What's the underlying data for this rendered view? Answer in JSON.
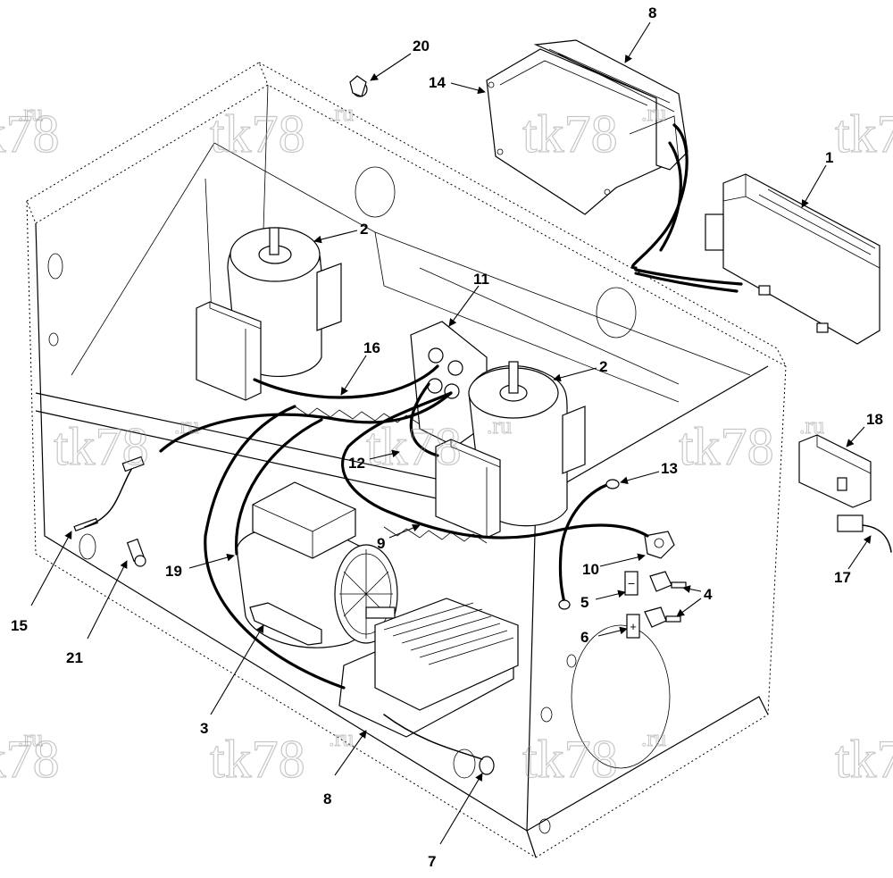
{
  "watermark": {
    "main": "tk78",
    "suffix": ".ru"
  },
  "callouts": [
    {
      "id": "c-20a",
      "label": "20"
    },
    {
      "id": "c-8a",
      "label": "8"
    },
    {
      "id": "c-14",
      "label": "14"
    },
    {
      "id": "c-1",
      "label": "1"
    },
    {
      "id": "c-2a",
      "label": "2"
    },
    {
      "id": "c-11",
      "label": "11"
    },
    {
      "id": "c-16",
      "label": "16"
    },
    {
      "id": "c-2b",
      "label": "2"
    },
    {
      "id": "c-18",
      "label": "18"
    },
    {
      "id": "c-12",
      "label": "12"
    },
    {
      "id": "c-13",
      "label": "13"
    },
    {
      "id": "c-9",
      "label": "9"
    },
    {
      "id": "c-19",
      "label": "19"
    },
    {
      "id": "c-10",
      "label": "10"
    },
    {
      "id": "c-17",
      "label": "17"
    },
    {
      "id": "c-5",
      "label": "5"
    },
    {
      "id": "c-4",
      "label": "4"
    },
    {
      "id": "c-15",
      "label": "15"
    },
    {
      "id": "c-6",
      "label": "6"
    },
    {
      "id": "c-21",
      "label": "21"
    },
    {
      "id": "c-3",
      "label": "3"
    },
    {
      "id": "c-8b",
      "label": "8"
    },
    {
      "id": "c-7",
      "label": "7"
    }
  ],
  "terminal_marks": {
    "negative": "−",
    "positive": "+"
  },
  "colors": {
    "line": "#000000",
    "background": "#ffffff",
    "watermark": "#9a9a9a"
  }
}
